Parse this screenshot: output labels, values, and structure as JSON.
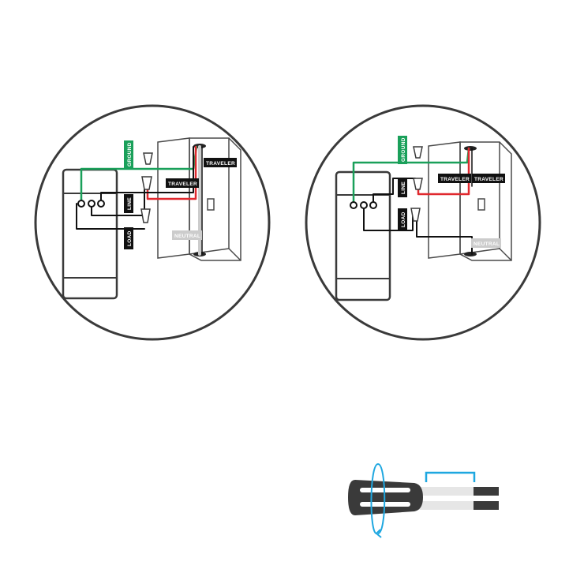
{
  "diagram": {
    "left_panel": {
      "labels": {
        "ground": "GROUND",
        "traveler_top": "TRAVELER",
        "traveler_mid": "TRAVELER",
        "line": "LINE",
        "load": "LOAD",
        "neutral": "NEUTRAL"
      }
    },
    "right_panel": {
      "labels": {
        "ground": "GROUND",
        "traveler_a": "TRAVELER",
        "traveler_b": "TRAVELER",
        "line": "LINE",
        "load": "LOAD",
        "neutral": "NEUTRAL"
      }
    },
    "colors": {
      "ground": "#1aa05a",
      "traveler": "#e0282e",
      "hot": "#111111",
      "neutral": "#cccccc",
      "outline": "#3a3a3a",
      "accent": "#1ea7e0"
    },
    "twist_tool": {
      "icons": [
        "wire-nut-icon",
        "twist-arrow-icon"
      ]
    }
  }
}
